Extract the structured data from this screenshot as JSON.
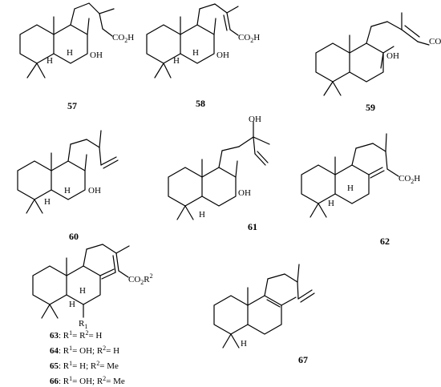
{
  "labels": {
    "H": "H",
    "OH": "OH",
    "co2h": {
      "main": "CO",
      "sub": "2",
      "end": "H"
    },
    "co2r2": {
      "main": "CO",
      "sub": "2",
      "end": "R",
      "sup": "2"
    },
    "r1": {
      "main": "R",
      "sub": "1"
    }
  },
  "compounds": [
    {
      "id": "57",
      "number": "57"
    },
    {
      "id": "58",
      "number": "58"
    },
    {
      "id": "59",
      "number": "59"
    },
    {
      "id": "60",
      "number": "60"
    },
    {
      "id": "61",
      "number": "61"
    },
    {
      "id": "62",
      "number": "62"
    },
    {
      "id": "63-66",
      "number": "63"
    },
    {
      "id": "67",
      "number": "67"
    }
  ],
  "legend": [
    {
      "num": "63",
      "r1": "H",
      "r2": "H",
      "text": ": R1= R2= H"
    },
    {
      "num": "64",
      "r1": "OH",
      "r2": "H",
      "text": ": R1= OH; R2= H"
    },
    {
      "num": "65",
      "r1": "H",
      "r2": "Me",
      "text": ": R1= H; R2= Me"
    },
    {
      "num": "66",
      "r1": "OH",
      "r2": "Me",
      "text": ": R1= OH; R2= Me"
    }
  ]
}
